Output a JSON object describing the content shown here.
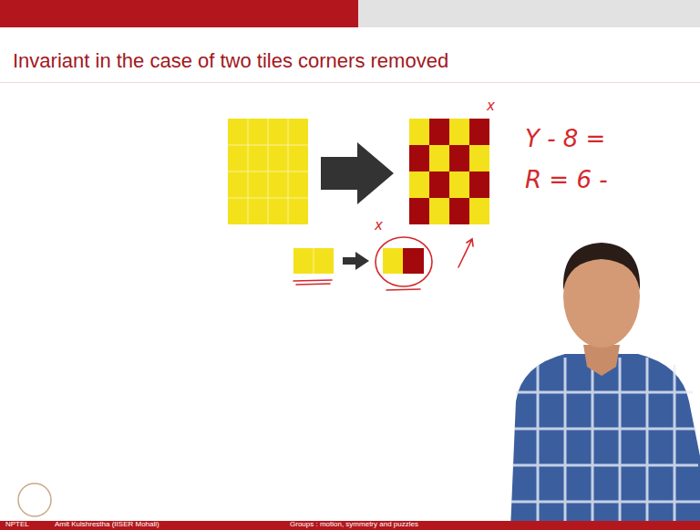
{
  "diagram": {
    "title": "Invariant in the case of two tiles corners removed",
    "labels": [
      "Y - 8 =",
      "R = 6 -",
      "x",
      "x",
      "NPTEL",
      "Amit Kulshrestha (IISER Mohali)",
      "Groups : motion, symmetry and puzzles"
    ]
  }
}
